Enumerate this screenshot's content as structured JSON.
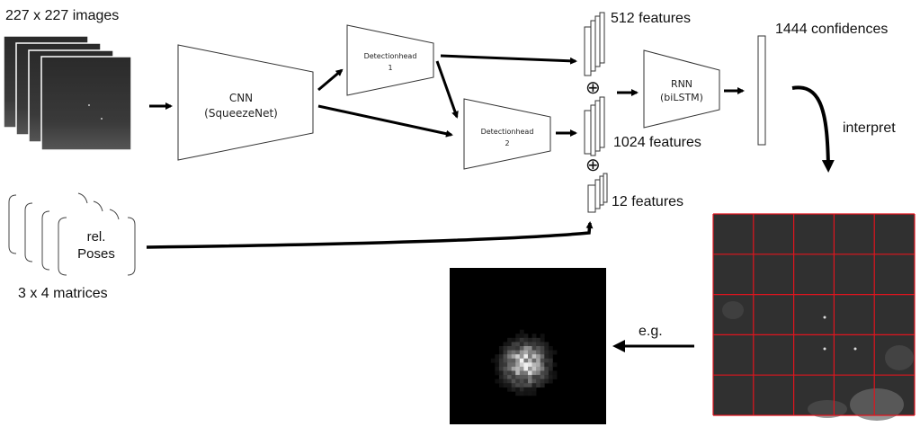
{
  "inputs": {
    "images_label": "227 x 227 images",
    "poses_label": "3 x 4 matrices",
    "poses_box_line1": "rel.",
    "poses_box_line2": "Poses"
  },
  "blocks": {
    "cnn_line1": "CNN",
    "cnn_line2": "(SqueezeNet)",
    "head1_line1": "Detectionhead",
    "head1_line2": "1",
    "head2_line1": "Detectionhead",
    "head2_line2": "2",
    "rnn_line1": "RNN",
    "rnn_line2": "(biLSTM)"
  },
  "features": {
    "f1": "512 features",
    "f2": "1024 features",
    "f3": "12 features",
    "concat_symbol": "⊕"
  },
  "outputs": {
    "confidences_label": "1444 confidences",
    "interpret_label": "interpret",
    "example_label": "e.g."
  },
  "grid": {
    "rows": 5,
    "cols": 5,
    "line_color": "#e0141e"
  }
}
